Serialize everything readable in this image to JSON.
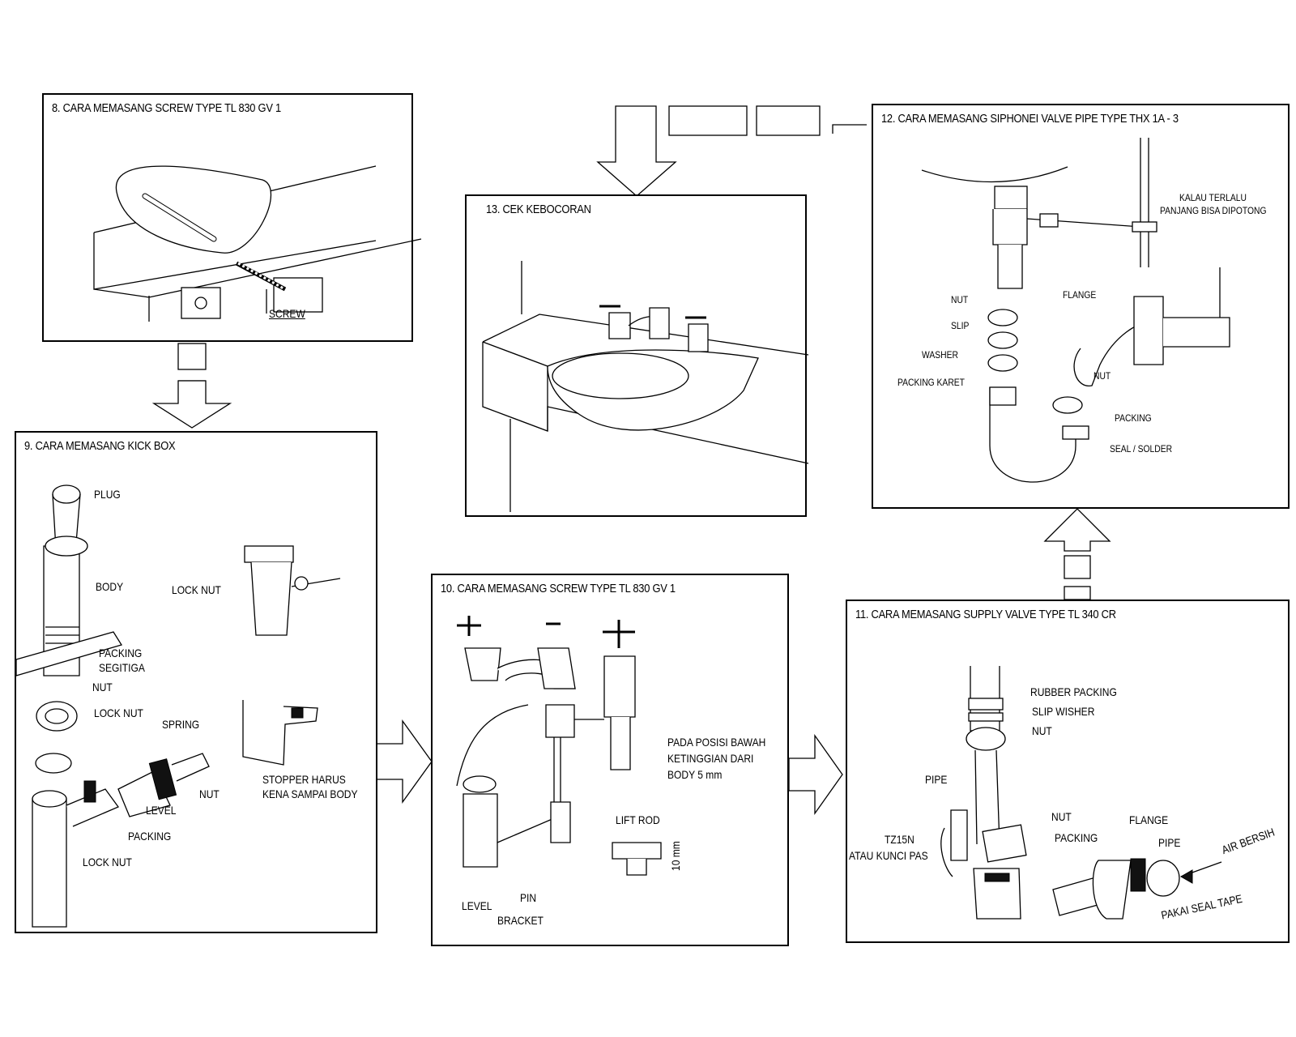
{
  "panels": {
    "p8": {
      "title": "8. CARA MEMASANG SCREW TYPE TL 830 GV 1",
      "labels": {
        "screw": "SCREW"
      }
    },
    "p9": {
      "title": "9. CARA MEMASANG KICK BOX",
      "labels": {
        "plug": "PLUG",
        "body": "BODY",
        "packing_segitiga_1": "PACKING",
        "packing_segitiga_2": "SEGITIGA",
        "nut": "NUT",
        "lock_nut_1": "LOCK NUT",
        "spring": "SPRING",
        "nut_2": "NUT",
        "level": "LEVEL",
        "packing": "PACKING",
        "lock_nut_2": "LOCK NUT",
        "lock_nut_top": "LOCK NUT",
        "stopper_1": "STOPPER HARUS",
        "stopper_2": "KENA SAMPAI BODY"
      }
    },
    "p10": {
      "title": "10. CARA MEMASANG SCREW TYPE TL 830 GV 1",
      "labels": {
        "posisi_1": "PADA POSISI BAWAH",
        "posisi_2": "KETINGGIAN DARI",
        "posisi_3": "BODY 5 mm",
        "lift_rod": "LIFT ROD",
        "ten_mm": "10 mm",
        "level": "LEVEL",
        "pin": "PIN",
        "bracket": "BRACKET"
      }
    },
    "p11": {
      "title": "11. CARA MEMASANG SUPPLY VALVE TYPE TL 340 CR",
      "labels": {
        "rubber_packing": "RUBBER PACKING",
        "slip_wisher": "SLIP WISHER",
        "nut": "NUT",
        "pipe": "PIPE",
        "nut_2": "NUT",
        "packing": "PACKING",
        "flange": "FLANGE",
        "pipe_2": "PIPE",
        "tz15n": "TZ15N",
        "kunci": "ATAU KUNCI PAS",
        "air_bersih": "AIR BERSIH",
        "seal_tape": "PAKAI SEAL TAPE"
      }
    },
    "p12": {
      "title": "12. CARA MEMASANG SIPHONEI VALVE PIPE TYPE THX 1A - 3",
      "labels": {
        "kalau_1": "KALAU TERLALU",
        "kalau_2": "PANJANG BISA DIPOTONG",
        "nut": "NUT",
        "slip": "SLIP",
        "washer": "WASHER",
        "packing_karet": "PACKING KARET",
        "flange": "FLANGE",
        "nut_2": "NUT",
        "packing": "PACKING",
        "seal_solder": "SEAL / SOLDER"
      }
    },
    "p13": {
      "title": "13. CEK KEBOCORAN"
    }
  }
}
